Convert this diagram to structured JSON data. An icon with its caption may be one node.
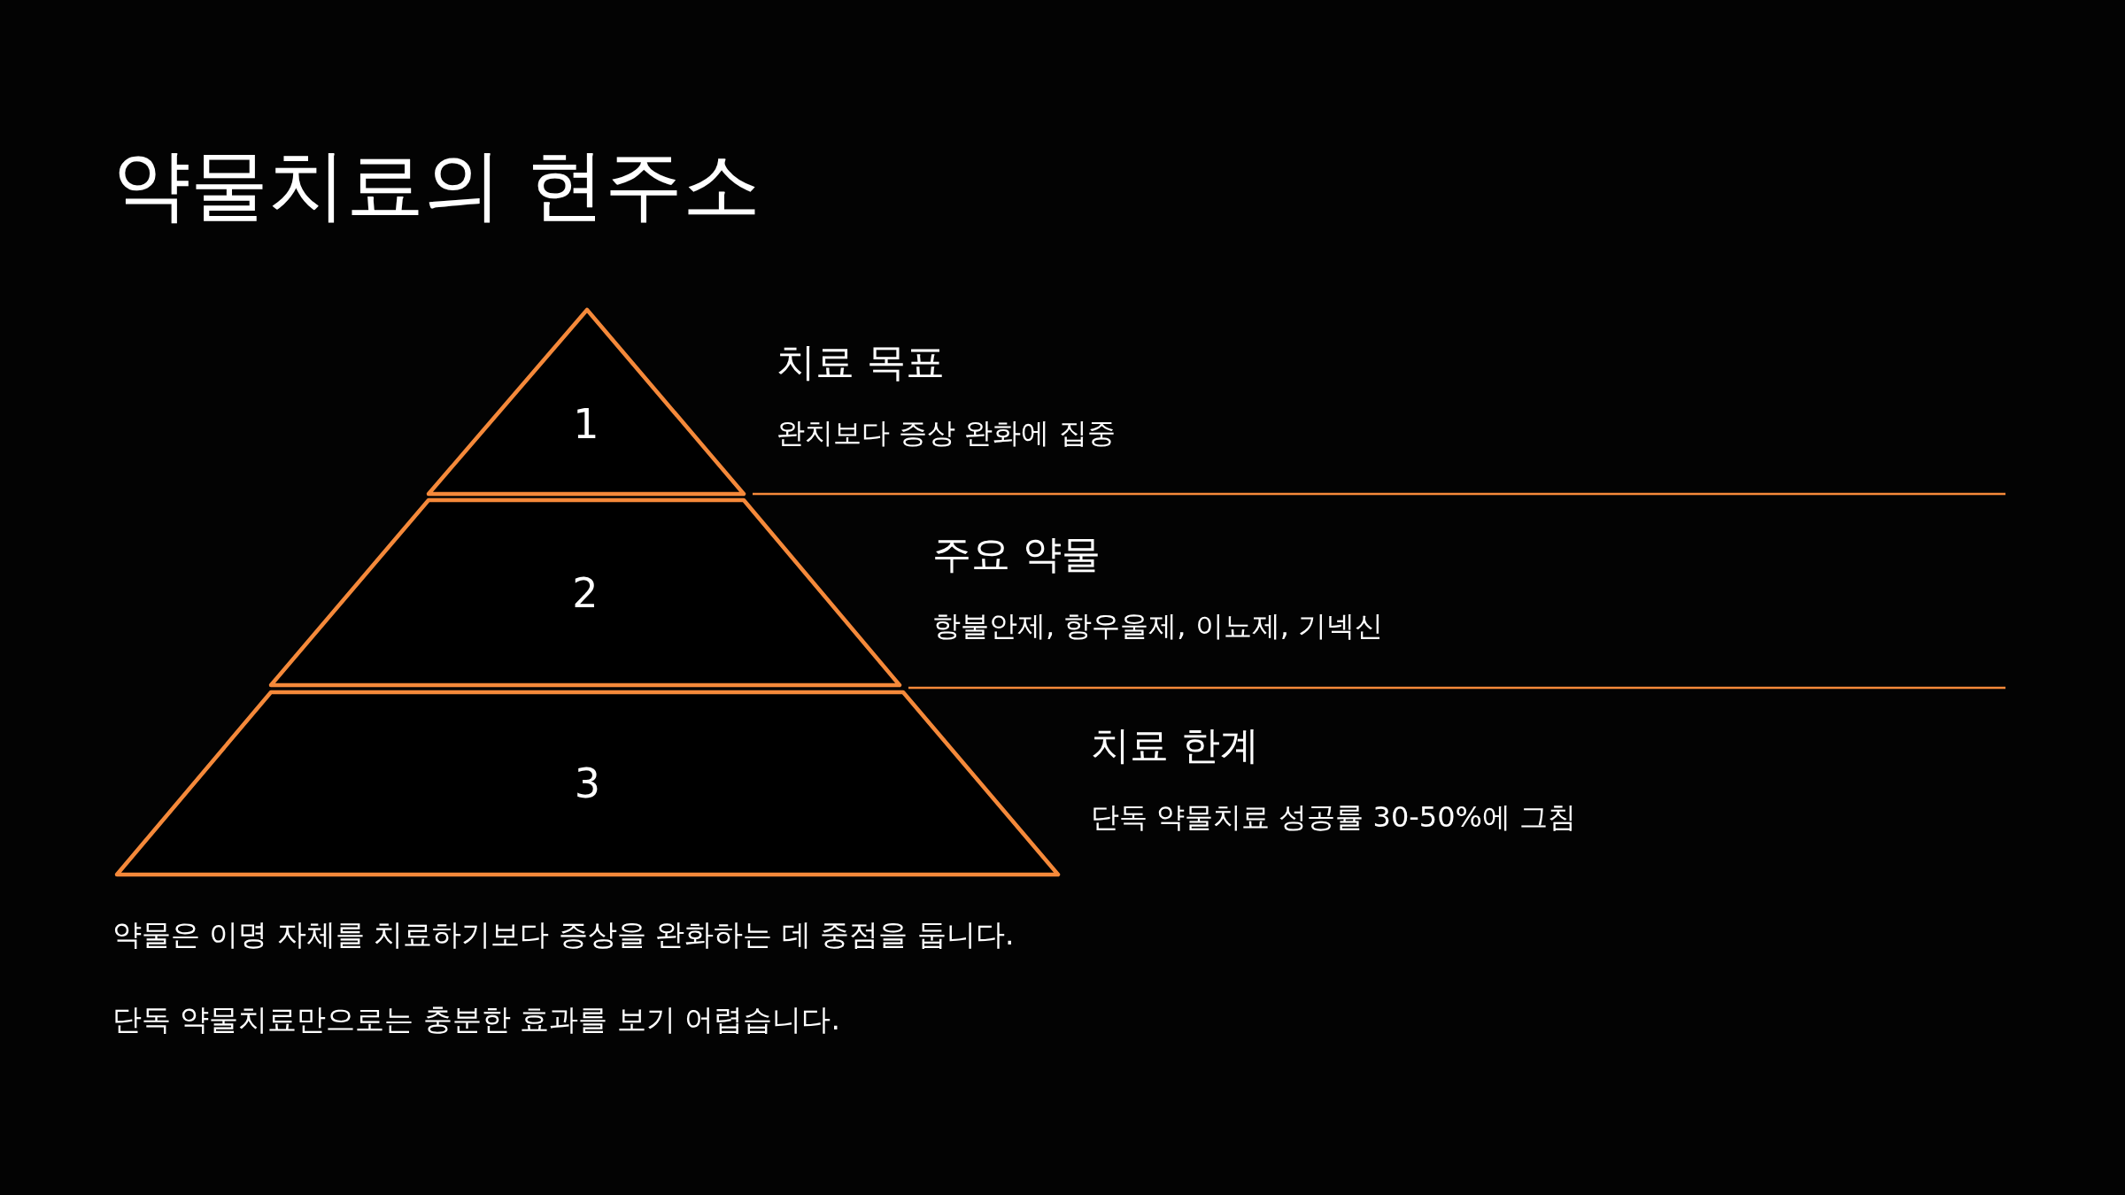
{
  "diagram": {
    "title": "약물치료의 현주소",
    "nodes": [
      {
        "text": [
          "1"
        ],
        "beside": [
          "치료 목표",
          "완치보다 증상 완화에 집중"
        ]
      },
      {
        "text": [
          "2"
        ],
        "beside": [
          "주요 약물",
          "항불안제, 항우울제, 이뇨제, 기넥신"
        ]
      },
      {
        "text": [
          "3"
        ],
        "beside": [
          "치료 한계",
          "단독 약물치료 성공률 30-50%에 그침"
        ]
      }
    ],
    "edges": [],
    "labels": [
      "약물은 이명 자체를 치료하기보다 증상을 완화하는 데 중점을 둡니다.",
      "단독 약물치료만으로는 충분한 효과를 보기 어렵습니다."
    ]
  }
}
